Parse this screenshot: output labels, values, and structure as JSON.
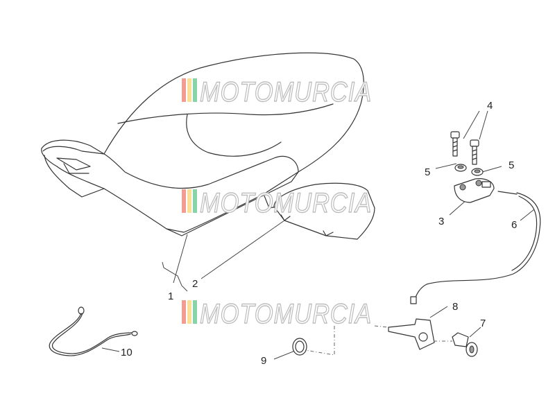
{
  "watermark": {
    "text": "MOTOMURCIA",
    "bar_colors": [
      "#e74c3c",
      "#f4c542",
      "#27ae60"
    ]
  },
  "callouts": {
    "c1": "1",
    "c2": "2",
    "c3": "3",
    "c4": "4",
    "c5a": "5",
    "c5b": "5",
    "c6": "6",
    "c7": "7",
    "c8": "8",
    "c9": "9",
    "c10": "10"
  }
}
